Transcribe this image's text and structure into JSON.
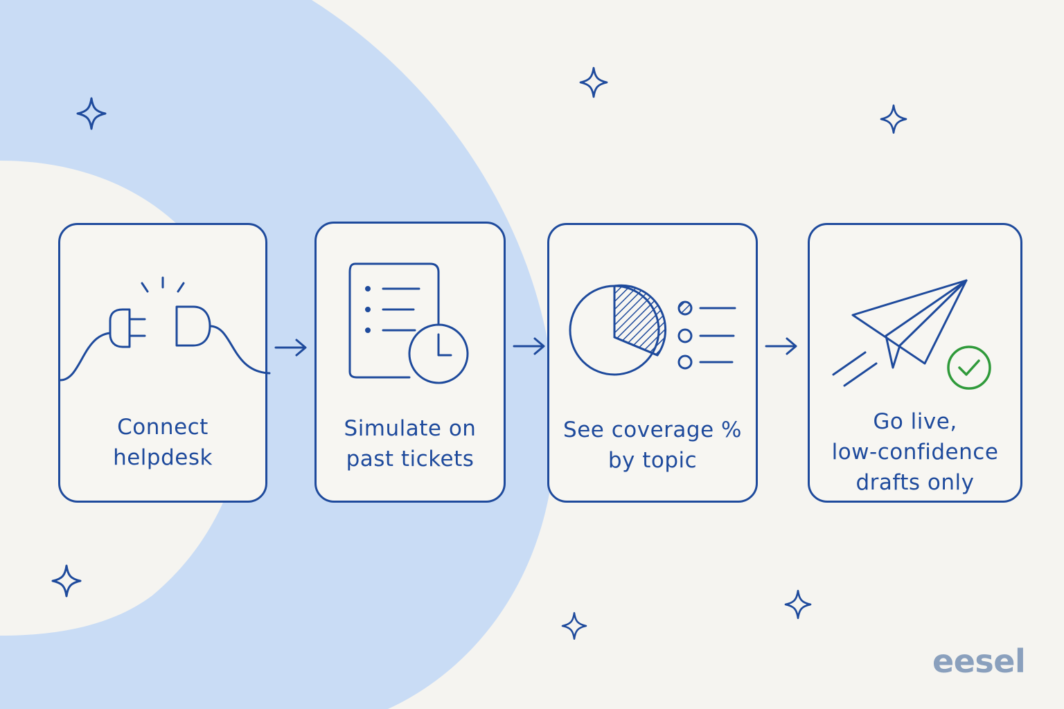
{
  "steps": [
    {
      "icon": "plug-icon",
      "lines": [
        "Connect",
        "helpdesk"
      ]
    },
    {
      "icon": "document-clock-icon",
      "lines": [
        "Simulate on",
        "past tickets"
      ]
    },
    {
      "icon": "pie-chart-icon",
      "lines": [
        "See coverage %",
        "by topic"
      ]
    },
    {
      "icon": "paper-plane-icon",
      "lines": [
        "Go live,",
        "low-confidence",
        "drafts only"
      ]
    }
  ],
  "brand": {
    "name": "eesel"
  },
  "colors": {
    "ink": "#1e4a9c",
    "background": "#f5f4f0",
    "shape": "#c9dcf5",
    "check": "#2f9a3a",
    "brand": "#8aa0bd"
  }
}
